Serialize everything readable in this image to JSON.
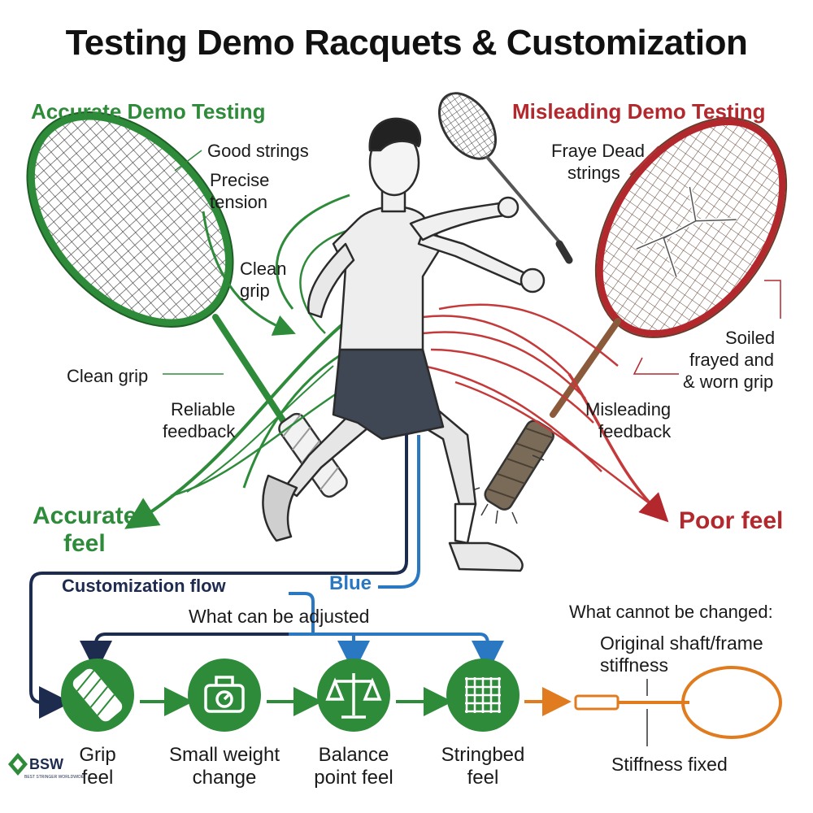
{
  "title": "Testing Demo Racquets & Customization",
  "accurate": {
    "heading": "Accurate Demo Testing",
    "good_strings": "Good strings",
    "precise_tension_1": "Precise",
    "precise_tension_2": "tension",
    "clean_grip_a_1": "Clean",
    "clean_grip_a_2": "grip",
    "clean_grip_b": "Clean grip",
    "reliable_1": "Reliable",
    "reliable_2": "feedback",
    "result_1": "Accurate",
    "result_2": "feel"
  },
  "misleading": {
    "heading": "Misleading Demo Testing",
    "strings_1": "Fraye Dead",
    "strings_2": "strings",
    "soiled_1": "Soiled",
    "soiled_2": "frayed and",
    "soiled_3": "& worn grip",
    "misleading_1": "Misleading",
    "misleading_2": "feedback",
    "result": "Poor feel"
  },
  "flow": {
    "customization": "Customization flow",
    "blue": "Blue",
    "adjusted": "What can be adjusted",
    "steps": [
      {
        "label_1": "Grip",
        "label_2": "feel",
        "icon": "grip-tape-icon"
      },
      {
        "label_1": "Small weight",
        "label_2": "change",
        "icon": "scale-icon"
      },
      {
        "label_1": "Balance",
        "label_2": "point feel",
        "icon": "balance-scale-icon"
      },
      {
        "label_1": "Stringbed",
        "label_2": "feel",
        "icon": "string-grid-icon"
      }
    ]
  },
  "fixed": {
    "heading": "What cannot be changed:",
    "shaft_1": "Original shaft/frame",
    "shaft_2": "stiffness",
    "stiffness": "Stiffness fixed"
  },
  "logo": {
    "text": "BSW",
    "sub": "BEST STRINGER WORLDWIDE"
  },
  "colors": {
    "good": "#2e8b3a",
    "bad": "#b3282d",
    "navy": "#1d2b4f",
    "blue": "#2b78c2",
    "orange": "#e07b1f"
  }
}
